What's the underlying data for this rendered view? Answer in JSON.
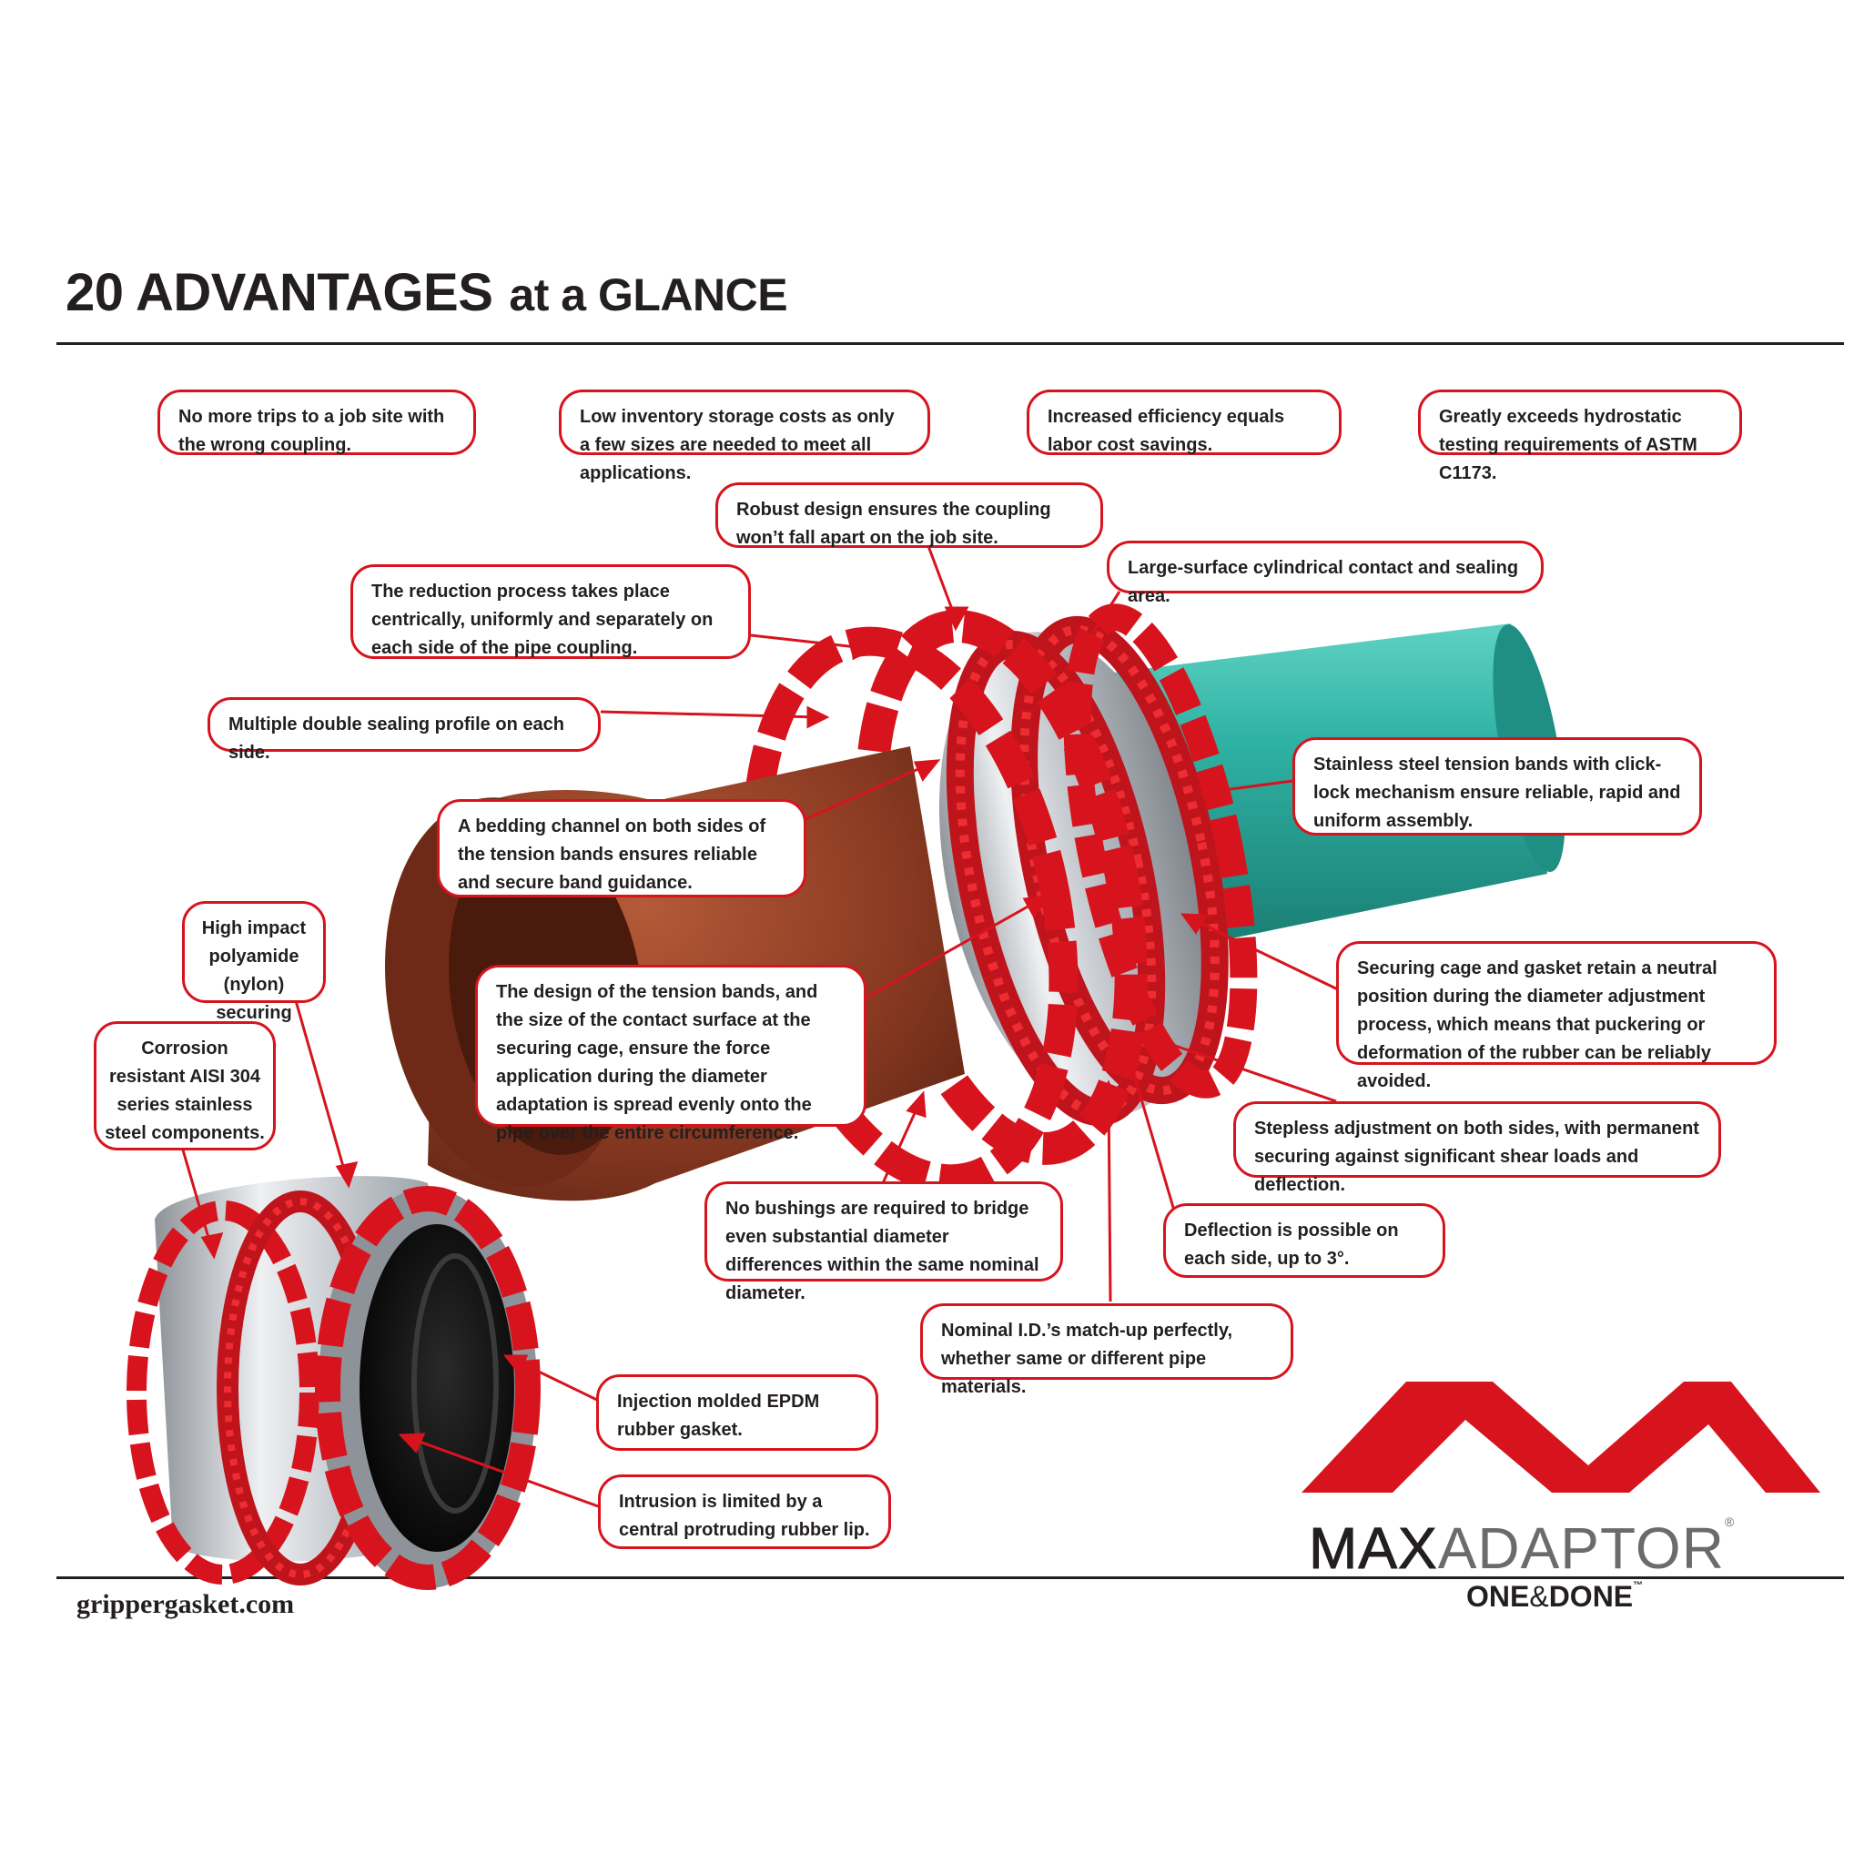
{
  "title": {
    "main": "20 ADVANTAGES",
    "sub": "at a GLANCE"
  },
  "callouts": [
    "No more trips to a job site with the wrong coupling.",
    "Low inventory storage costs as only a few sizes are needed to meet all applications.",
    "Increased efficiency equals labor cost savings.",
    "Greatly exceeds hydrostatic testing requirements of ASTM C1173.",
    "Robust design ensures the coupling won’t fall apart on the job site.",
    "Large-surface cylindrical contact and sealing area.",
    "The reduction process takes place centrically, uniformly and separately on each side of the pipe coupling.",
    "Multiple double sealing profile on each side.",
    "Stainless steel tension bands with click-lock mechanism ensure reliable, rapid and uniform assembly.",
    "A bedding channel on both sides of the tension bands ensures reliable and secure band guidance.",
    "High impact polyamide (nylon) securing cage.",
    "Corrosion resistant AISI 304 series stainless steel components.",
    "Securing cage and gasket retain a neutral position during the diameter adjustment process, which means that puckering or deformation of the rubber can be reliably avoided.",
    "The design of the tension bands, and the size of the contact surface at the securing cage, ensure the force application during the diameter adaptation is spread evenly onto the pipe over the entire circumference.",
    "Stepless adjustment on both sides, with permanent securing against significant shear loads and deflection.",
    "No bushings are required to bridge even substantial diameter differences within the same nominal diameter.",
    "Deflection is possible on each side, up to 3°.",
    "Nominal I.D.’s match-up perfectly, whether same or different pipe materials.",
    "Injection molded EPDM rubber gasket.",
    "Intrusion is limited by a central protruding rubber lip."
  ],
  "website": "grippergasket.com",
  "brand": {
    "name_bold": "MAX",
    "name_light": "ADAPTOR",
    "registered": "®",
    "tagline_left": "ONE",
    "tagline_amp": "&",
    "tagline_right": "DONE",
    "trademark": "™"
  },
  "colors": {
    "accent": "#d7141d",
    "pipe_green": "#2fb3a4",
    "clay": "#8a3a22",
    "steel": "#c9ccd0",
    "text": "#231f20"
  }
}
